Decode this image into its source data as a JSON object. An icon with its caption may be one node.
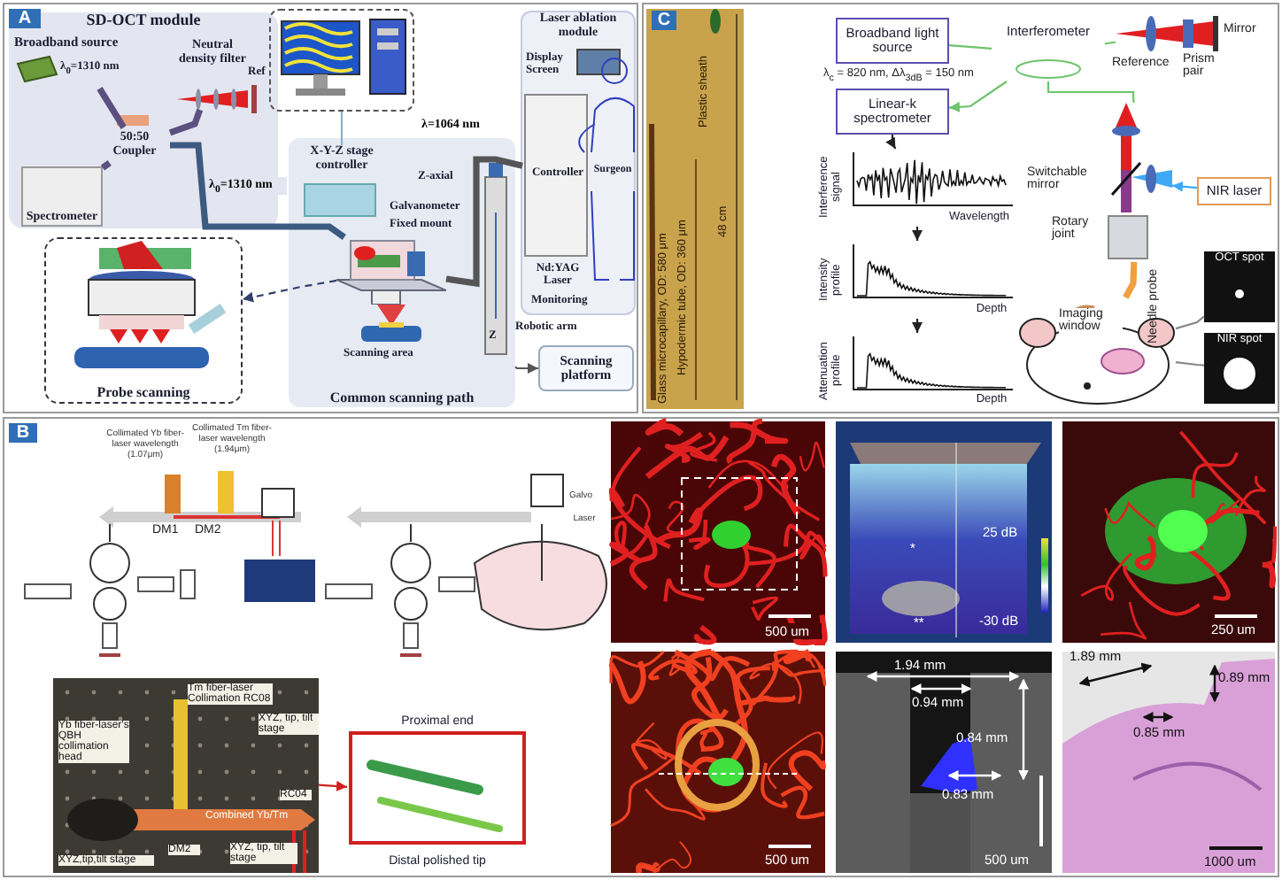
{
  "diagram": {
    "nodes": [
      {
        "text": [
          "SD-OCT module"
        ]
      },
      {
        "text": [
          "Broadband source"
        ],
        "in": 0
      },
      {
        "text": [
          "50:50 Coupler"
        ],
        "in": 0
      },
      {
        "text": [
          "Neutral density filter"
        ],
        "in": 0,
        "beside": [
          "Ref"
        ]
      },
      {
        "text": [
          "Spectrometer"
        ],
        "in": 0
      },
      {
        "text": [],
        "shape": "picture"
      },
      {
        "text": [
          "Common scanning path"
        ]
      },
      {
        "text": [
          "X-Y-Z stage controller"
        ],
        "in": 6
      },
      {
        "text": [],
        "shape": "picture",
        "in": 6,
        "beside": [
          "Galvanometer",
          "Fixed mount"
        ]
      },
      {
        "text": [
          "Laser ablation module"
        ]
      },
      {
        "text": [
          "Display Screen"
        ],
        "in": 9
      },
      {
        "text": [
          "Controller",
          "Nd:YAG Laser"
        ],
        "in": 9
      },
      {
        "text": [
          "Surgeon"
        ],
        "in": 9
      },
      {
        "text": [
          "Probe scanning"
        ]
      },
      {
        "text": [
          "Scanning platform"
        ]
      },
      {
        "text": [
          "Broadband light source"
        ],
        "beside": [
          "λ$_{c}$ = 820 nm, Δλ$_{3dB}$ = 150 nm"
        ]
      },
      {
        "text": [
          "Interferometer"
        ]
      },
      {
        "text": [],
        "shape": "picture",
        "beside": [
          "Reference",
          "Prism pair",
          "Mirror"
        ]
      },
      {
        "text": [
          "Linear-k spectrometer"
        ]
      },
      {
        "text": [
          "Interference signal",
          "Wavelength"
        ]
      },
      {
        "text": [],
        "shape": "picture",
        "beside": [
          "Switchable mirror",
          "Rotary joint"
        ]
      },
      {
        "text": [
          "NIR laser"
        ]
      },
      {
        "text": [
          "Intensity profile",
          "Depth"
        ]
      },
      {
        "text": [
          "Attenuation profile",
          "Depth"
        ]
      },
      {
        "text": [],
        "shape": "picture"
      },
      {
        "text": [
          "OCT spot"
        ]
      },
      {
        "text": [
          "NIR spot"
        ]
      },
      {
        "text": [],
        "shape": "picture"
      },
      {
        "text": [
          "Proximal end",
          "Distal polished tip"
        ]
      }
    ],
    "edges": [
      {
        "from": 1,
        "to": 2,
        "arrow": "none",
        "style": "thick",
        "color": "#5b5080"
      },
      {
        "from": 2,
        "to": 4,
        "arrow": "none",
        "style": "thick",
        "color": "#5b5080"
      },
      {
        "from": 2,
        "to": 3,
        "arrow": "none",
        "style": "thick",
        "color": "#5b5080"
      },
      {
        "from": 2,
        "to": 8,
        "arrow": "none",
        "style": "thick",
        "color": "#3d5a80",
        "label": "λ$_{0}$=1310 nm"
      },
      {
        "from": 11,
        "to": 8,
        "arrow": "none",
        "style": "thick",
        "color": "#555555",
        "label": "λ=1064 nm"
      },
      {
        "from": 8,
        "to": 13,
        "arrow": "to",
        "style": "dashed",
        "color": "#34406b"
      },
      {
        "from": 7,
        "to": 5,
        "arrow": "none",
        "color": "#8fb0c8"
      },
      {
        "from": 6,
        "to": 14,
        "arrow": "to",
        "color": "#555555"
      },
      {
        "from": 15,
        "to": 16,
        "arrow": "none",
        "color": "#6cc46c"
      },
      {
        "from": 16,
        "to": 18,
        "arrow": "to",
        "color": "#6cc46c"
      },
      {
        "from": 16,
        "to": 17,
        "arrow": "none",
        "color": "#6cc46c"
      },
      {
        "from": 16,
        "to": 20,
        "arrow": "none",
        "color": "#6cc46c"
      },
      {
        "from": 21,
        "to": 20,
        "arrow": "to",
        "color": "#3fa9f5"
      },
      {
        "from": 18,
        "to": 19,
        "arrow": "to",
        "color": "#222222"
      },
      {
        "from": 19,
        "to": 22,
        "arrow": "to",
        "color": "#222222"
      },
      {
        "from": 22,
        "to": 23,
        "arrow": "to",
        "color": "#222222"
      },
      {
        "from": 20,
        "to": 24,
        "arrow": "none",
        "style": "thick",
        "color": "#f0a040"
      },
      {
        "from": 24,
        "to": 25,
        "arrow": "none",
        "color": "#888888"
      },
      {
        "from": 24,
        "to": 26,
        "arrow": "none",
        "color": "#888888"
      },
      {
        "from": 27,
        "to": 28,
        "arrow": "to",
        "color": "#d02020"
      }
    ],
    "labels": [
      "A",
      "λ$_{0}$=1310 nm",
      "Z-axial",
      "Monitoring",
      "Robotic arm",
      "Scanning area",
      "Z",
      "C",
      "Plastic sheath",
      "Glass microcapillary, OD: 580 μm",
      "Hypodermic tube, OD: 360 μm",
      "48 cm",
      "Needle probe",
      "Imaging window",
      "B",
      "Collimated Yb fiber-laser wavelength (1.07μm)",
      "Collimated Tm fiber-laser wavelength (1.94μm)",
      "DM1",
      "DM2",
      "Galvo",
      "Laser",
      "Tm fiber-laser Collimation RC08",
      "Yb fiber-laser's QBH collimation head",
      "XYZ, tip, tilt stage",
      "Combined Yb/Tm",
      "RC04",
      "DM2",
      "XYZ,tip,tilt stage",
      "XYZ, tip, tilt stage",
      "500 um",
      "*",
      "25 dB",
      "**",
      "-30 dB",
      "250 um",
      "500 um",
      "1.94 mm",
      "0.94 mm",
      "0.84 mm",
      "0.83 mm",
      "500 um",
      "1.89 mm",
      "0.89 mm",
      "0.85 mm",
      "1000 um"
    ]
  }
}
